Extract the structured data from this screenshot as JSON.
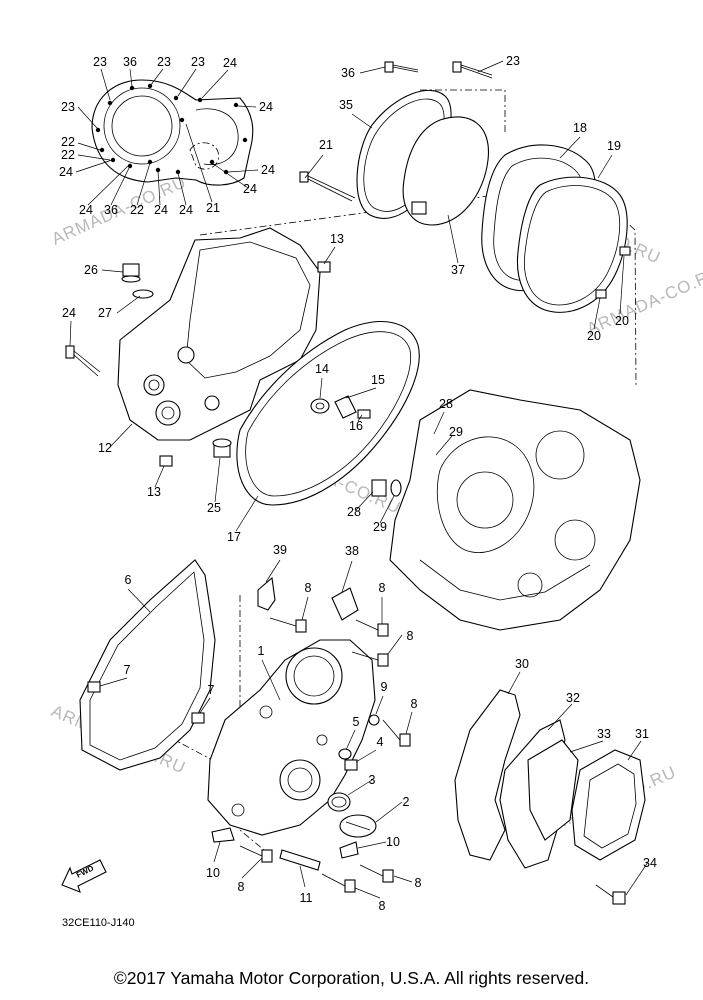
{
  "diagram": {
    "code": "32CE110-J140",
    "fwd_label": "FWD",
    "watermark": "ARMADA-CO.RU",
    "copyright": "©2017 Yamaha Motor Corporation, U.S.A. All rights reserved."
  },
  "callouts": [
    {
      "id": "c1",
      "label": "23"
    },
    {
      "id": "c2",
      "label": "36"
    },
    {
      "id": "c3",
      "label": "23"
    },
    {
      "id": "c4",
      "label": "23"
    },
    {
      "id": "c5",
      "label": "24"
    },
    {
      "id": "c6",
      "label": "23"
    },
    {
      "id": "c7",
      "label": "24"
    },
    {
      "id": "c8",
      "label": "22"
    },
    {
      "id": "c9",
      "label": "22"
    },
    {
      "id": "c10",
      "label": "24"
    },
    {
      "id": "c11",
      "label": "24"
    },
    {
      "id": "c12",
      "label": "24"
    },
    {
      "id": "c13",
      "label": "24"
    },
    {
      "id": "c14",
      "label": "36"
    },
    {
      "id": "c15",
      "label": "22"
    },
    {
      "id": "c16",
      "label": "24"
    },
    {
      "id": "c17",
      "label": "24"
    },
    {
      "id": "c18",
      "label": "21"
    },
    {
      "id": "c19",
      "label": "36"
    },
    {
      "id": "c20",
      "label": "23"
    },
    {
      "id": "c21",
      "label": "35"
    },
    {
      "id": "c22",
      "label": "21"
    },
    {
      "id": "c23",
      "label": "18"
    },
    {
      "id": "c24",
      "label": "19"
    },
    {
      "id": "c25",
      "label": "37"
    },
    {
      "id": "c26",
      "label": "20"
    },
    {
      "id": "c27",
      "label": "20"
    },
    {
      "id": "c28",
      "label": "13"
    },
    {
      "id": "c29",
      "label": "26"
    },
    {
      "id": "c30",
      "label": "27"
    },
    {
      "id": "c31",
      "label": "24"
    },
    {
      "id": "c32",
      "label": "14"
    },
    {
      "id": "c33",
      "label": "15"
    },
    {
      "id": "c34",
      "label": "16"
    },
    {
      "id": "c35",
      "label": "28"
    },
    {
      "id": "c36",
      "label": "29"
    },
    {
      "id": "c37",
      "label": "12"
    },
    {
      "id": "c38",
      "label": "13"
    },
    {
      "id": "c39",
      "label": "25"
    },
    {
      "id": "c40",
      "label": "17"
    },
    {
      "id": "c41",
      "label": "28"
    },
    {
      "id": "c42",
      "label": "29"
    },
    {
      "id": "c43",
      "label": "6"
    },
    {
      "id": "c44",
      "label": "39"
    },
    {
      "id": "c45",
      "label": "38"
    },
    {
      "id": "c46",
      "label": "8"
    },
    {
      "id": "c47",
      "label": "8"
    },
    {
      "id": "c48",
      "label": "8"
    },
    {
      "id": "c49",
      "label": "1"
    },
    {
      "id": "c50",
      "label": "7"
    },
    {
      "id": "c51",
      "label": "7"
    },
    {
      "id": "c52",
      "label": "9"
    },
    {
      "id": "c53",
      "label": "8"
    },
    {
      "id": "c54",
      "label": "5"
    },
    {
      "id": "c55",
      "label": "4"
    },
    {
      "id": "c56",
      "label": "3"
    },
    {
      "id": "c57",
      "label": "2"
    },
    {
      "id": "c58",
      "label": "10"
    },
    {
      "id": "c59",
      "label": "10"
    },
    {
      "id": "c60",
      "label": "8"
    },
    {
      "id": "c61",
      "label": "8"
    },
    {
      "id": "c62",
      "label": "11"
    },
    {
      "id": "c63",
      "label": "8"
    },
    {
      "id": "c64",
      "label": "30"
    },
    {
      "id": "c65",
      "label": "32"
    },
    {
      "id": "c66",
      "label": "33"
    },
    {
      "id": "c67",
      "label": "31"
    },
    {
      "id": "c68",
      "label": "34"
    }
  ]
}
